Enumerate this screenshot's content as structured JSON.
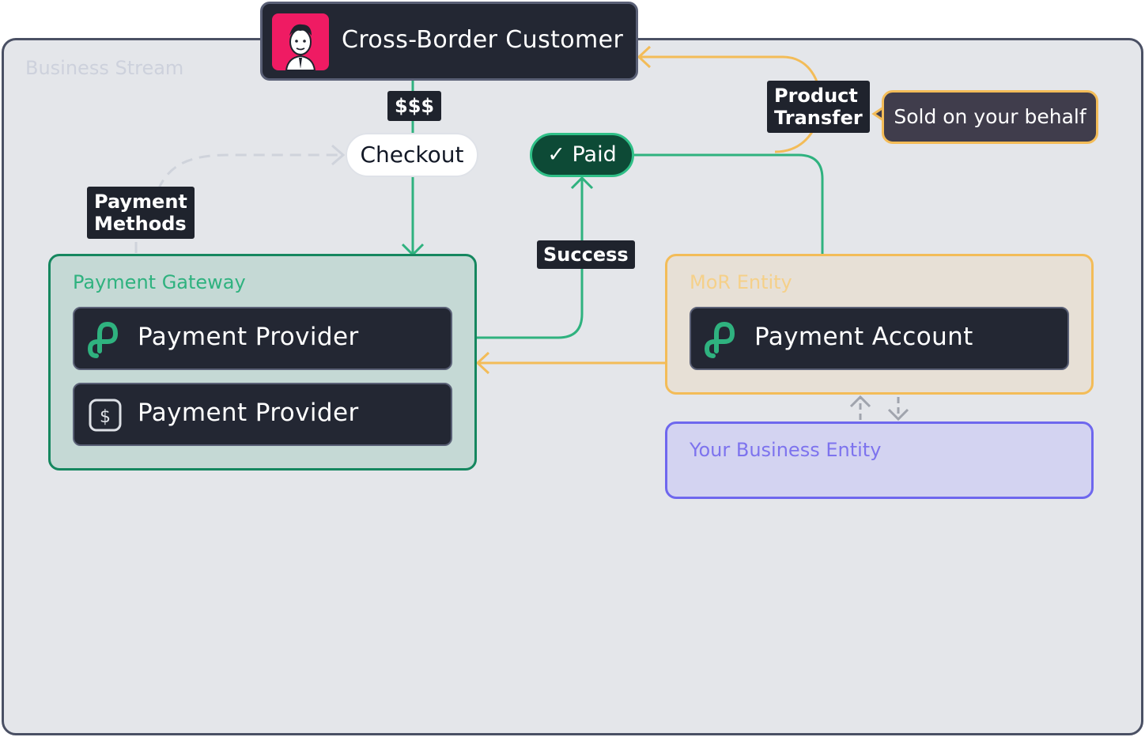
{
  "diagram": {
    "stream_label": "Business Stream",
    "customer": {
      "title": "Cross-Border Customer",
      "avatar_icon": "person-avatar-icon"
    },
    "tags": {
      "money": "$$$",
      "payment_methods_line1": "Payment",
      "payment_methods_line2": "Methods",
      "success": "Success",
      "product_line1": "Product",
      "product_line2": "Transfer"
    },
    "checkout_label": "Checkout",
    "paid": {
      "check_glyph": "✓",
      "label": "Paid"
    },
    "sold_label": "Sold on your behalf",
    "gateway": {
      "label": "Payment Gateway",
      "providers": [
        {
          "label": "Payment Provider",
          "icon": "infinity-link-icon"
        },
        {
          "label": "Payment Provider",
          "icon": "dollar-square-icon"
        }
      ]
    },
    "mor": {
      "label": "MoR Entity",
      "account": {
        "label": "Payment Account",
        "icon": "infinity-link-icon"
      }
    },
    "business_label": "Your Business Entity",
    "colors": {
      "green": "#2fb27f",
      "amber": "#f3bc58",
      "purple": "#6e67ee",
      "dark": "#232733",
      "dashed": "#cfd3db",
      "gray_arrow": "#a0a4ad"
    }
  }
}
